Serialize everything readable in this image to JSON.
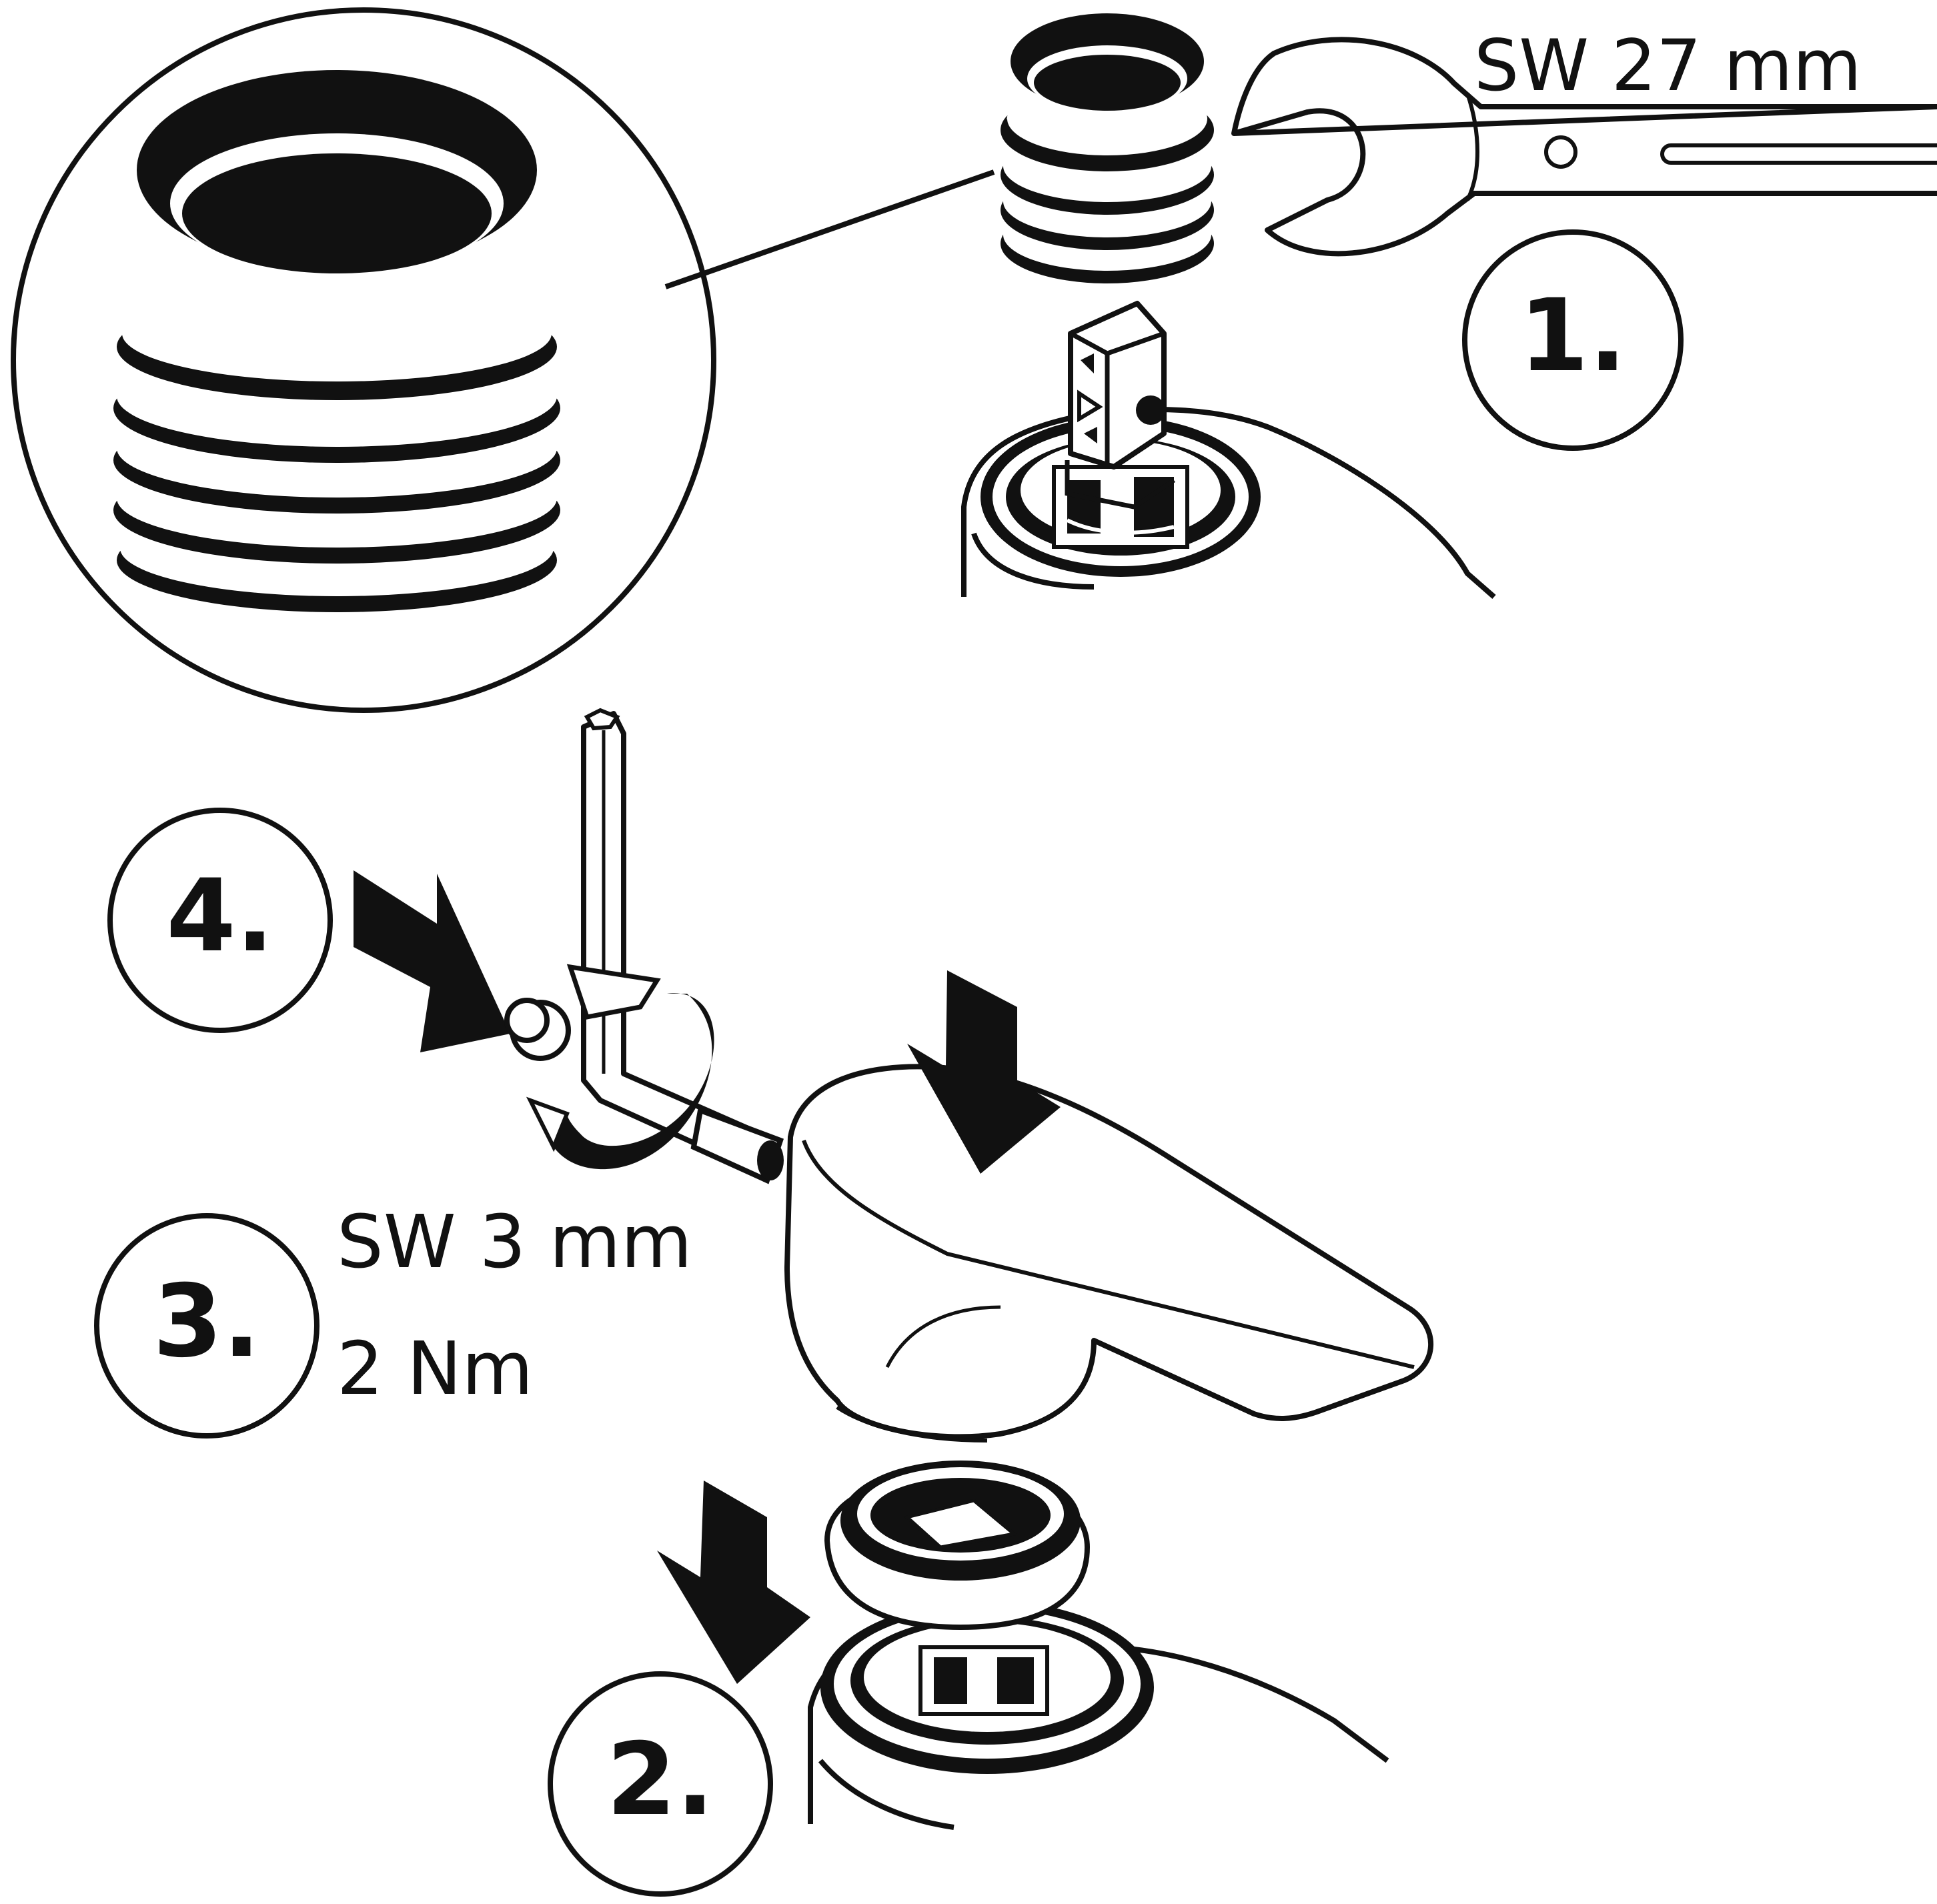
{
  "diagram": {
    "steps": [
      {
        "id": "step-1",
        "label": "1."
      },
      {
        "id": "step-2",
        "label": "2."
      },
      {
        "id": "step-3",
        "label": "3."
      },
      {
        "id": "step-4",
        "label": "4."
      }
    ],
    "annotations": {
      "wrench_size": "SW 27 mm",
      "hex_key_size": "SW 3 mm",
      "torque": "2 Nm"
    },
    "colors": {
      "ink": "#111111",
      "paper": "#ffffff"
    }
  }
}
